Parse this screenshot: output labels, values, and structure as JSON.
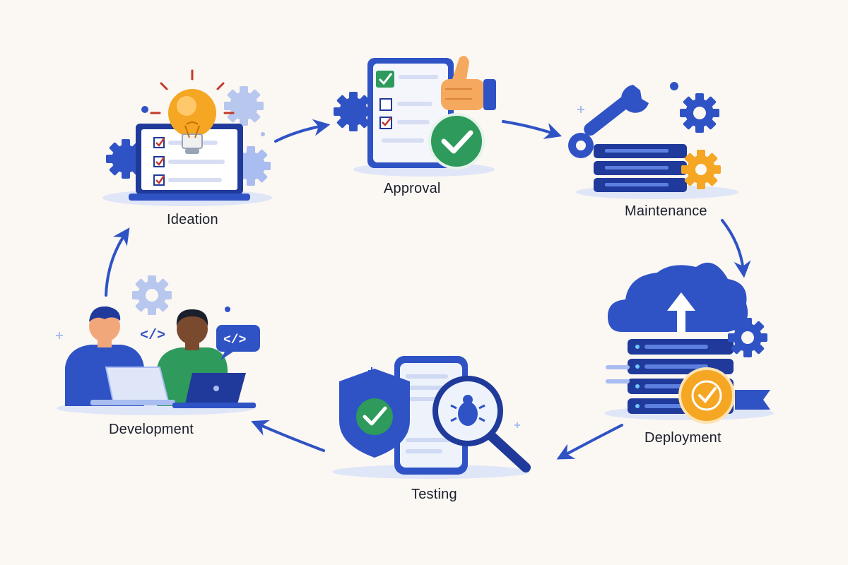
{
  "stages": [
    {
      "id": "ideation",
      "label": "Ideation"
    },
    {
      "id": "approval",
      "label": "Approval"
    },
    {
      "id": "maintenance",
      "label": "Maintenance"
    },
    {
      "id": "deployment",
      "label": "Deployment"
    },
    {
      "id": "testing",
      "label": "Testing"
    },
    {
      "id": "development",
      "label": "Development"
    }
  ],
  "code_badge_text": "</>",
  "colors": {
    "background": "#fbf7f3",
    "primary_blue": "#2f53c5",
    "dark_blue": "#1f3a9a",
    "light_blue": "#a9bdf0",
    "orange": "#f5a623",
    "green": "#2e9a5c",
    "check_red": "#c0392b",
    "label_text": "#1b1f2b"
  }
}
